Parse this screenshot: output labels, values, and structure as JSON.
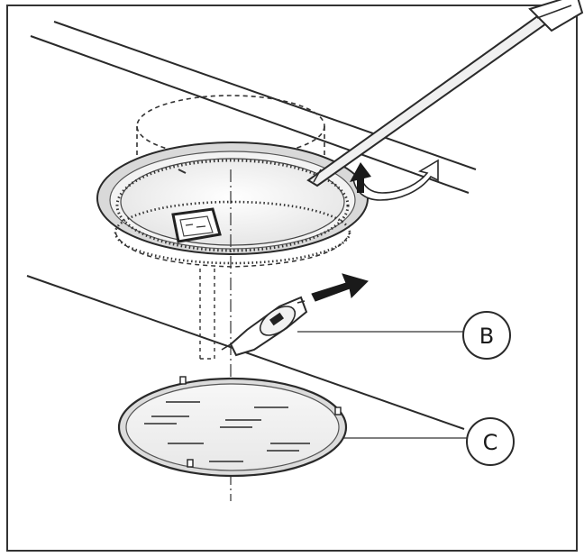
{
  "figure": {
    "callouts": [
      {
        "id": "B",
        "label": "B"
      },
      {
        "id": "C",
        "label": "C"
      }
    ],
    "colors": {
      "line": "#2a2a2a",
      "frame": "#333333",
      "arrow": "#1a1a1a",
      "background": "#ffffff"
    },
    "icons": [
      "screwdriver-icon",
      "rotate-arrow-icon",
      "push-arrow-icon",
      "halogen-bulb-icon"
    ]
  }
}
